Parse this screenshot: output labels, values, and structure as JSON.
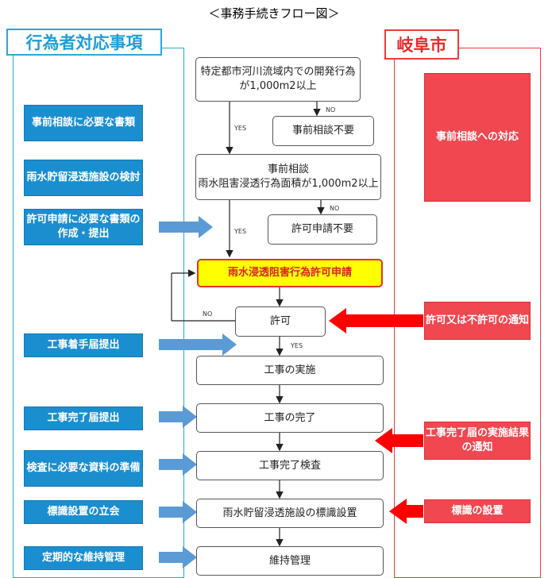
{
  "title": "＜事務手続きフロー図＞",
  "left_heading": "行為者対応事項",
  "right_heading": "岐阜市",
  "left_items": [
    "事前相談に必要な書類",
    "雨水貯留浸透施設の検討",
    "許可申請に必要な書類の作成・提出",
    "工事着手届提出",
    "工事完了届提出",
    "検査に必要な資料の準備",
    "標識設置の立会",
    "定期的な維持管理"
  ],
  "right_items": [
    "事前相談への対応",
    "許可又は不許可の通知",
    "工事完了届の実施結果の通知",
    "標識の設置"
  ],
  "flow": {
    "step1": "特定都市河川流域内での開発行為が1,000m2以上",
    "no_consult": "事前相談不要",
    "step2_title": "事前相談",
    "step2_body": "雨水阻害浸透行為面積が1,000m2以上",
    "no_permit": "許可申請不要",
    "application": "雨水浸透阻害行為許可申請",
    "permit": "許可",
    "construction": "工事の実施",
    "completion": "工事の完了",
    "inspection": "工事完了検査",
    "sign": "雨水貯留浸透施設の標識設置",
    "maintenance": "維持管理"
  },
  "labels": {
    "yes": "YES",
    "no": "NO"
  },
  "colors": {
    "left_blue": "#1b8ed0",
    "right_red": "#f04750",
    "highlight": "#ffff00"
  }
}
